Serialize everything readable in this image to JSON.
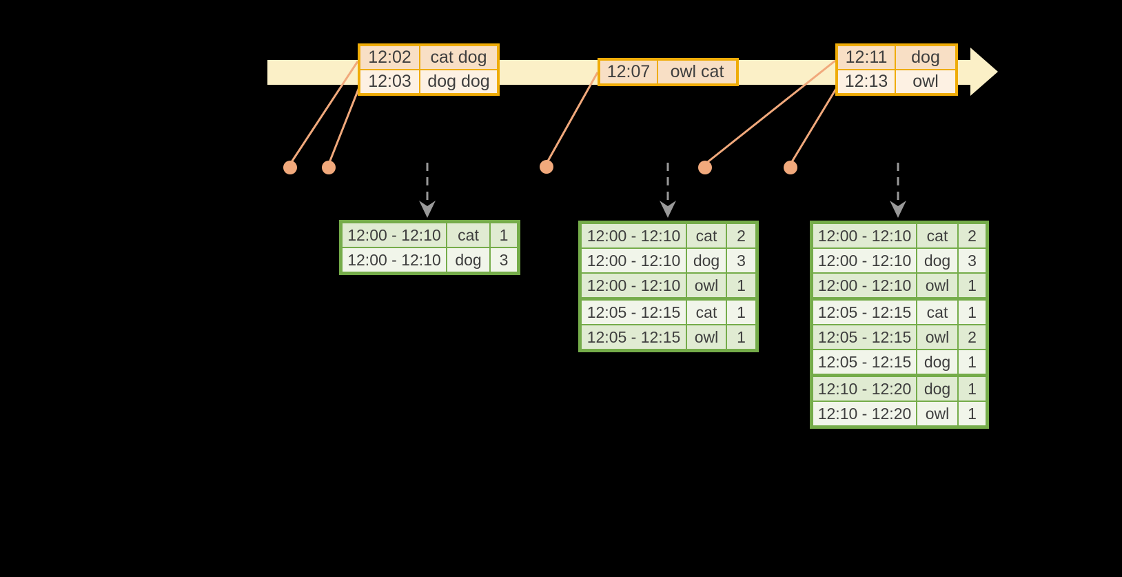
{
  "colors": {
    "background": "#000000",
    "timeline_fill": "#fbf0c7",
    "event_border": "#efac08",
    "event_row_dark": "#f8dfc5",
    "event_row_light": "#fdf1e3",
    "connector": "#f1a97c",
    "flow_arrow": "#999999",
    "result_border": "#75ac4a",
    "result_row_dark": "#e0ebd2",
    "result_row_light": "#f1f5ea",
    "cell_text": "#3e3e3e"
  },
  "timeline": {
    "event_tables": [
      {
        "rows": [
          {
            "time": "12:02",
            "words": "cat dog"
          },
          {
            "time": "12:03",
            "words": "dog dog"
          }
        ]
      },
      {
        "rows": [
          {
            "time": "12:07",
            "words": "owl cat"
          }
        ]
      },
      {
        "rows": [
          {
            "time": "12:11",
            "words": "dog"
          },
          {
            "time": "12:13",
            "words": "owl"
          }
        ]
      }
    ]
  },
  "result_tables": [
    {
      "rows": [
        [
          "12:00 - 12:10",
          "cat",
          "1"
        ],
        [
          "12:00 - 12:10",
          "dog",
          "3"
        ]
      ]
    },
    {
      "rows": [
        [
          "12:00 - 12:10",
          "cat",
          "2"
        ],
        [
          "12:00 - 12:10",
          "dog",
          "3"
        ],
        [
          "12:00 - 12:10",
          "owl",
          "1"
        ],
        [
          "12:05 - 12:15",
          "cat",
          "1"
        ],
        [
          "12:05 - 12:15",
          "owl",
          "1"
        ]
      ]
    },
    {
      "rows": [
        [
          "12:00 - 12:10",
          "cat",
          "2"
        ],
        [
          "12:00 - 12:10",
          "dog",
          "3"
        ],
        [
          "12:00 - 12:10",
          "owl",
          "1"
        ],
        [
          "12:05 - 12:15",
          "cat",
          "1"
        ],
        [
          "12:05 - 12:15",
          "owl",
          "2"
        ],
        [
          "12:05 - 12:15",
          "dog",
          "1"
        ],
        [
          "12:10 - 12:20",
          "dog",
          "1"
        ],
        [
          "12:10 - 12:20",
          "owl",
          "1"
        ]
      ]
    }
  ]
}
